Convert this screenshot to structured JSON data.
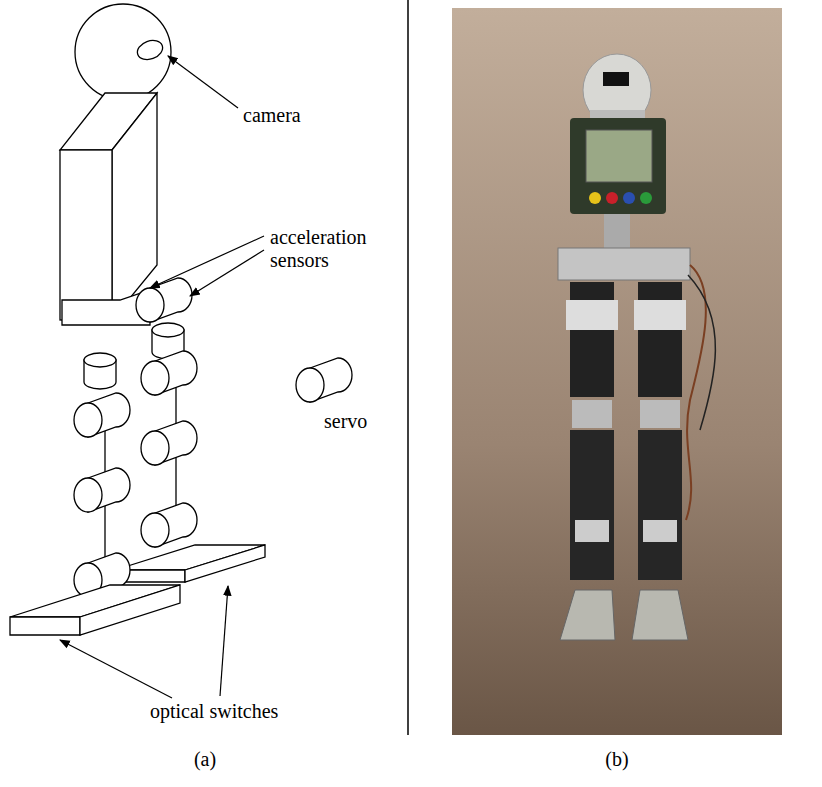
{
  "diagram": {
    "labels": [
      "camera",
      "acceleration sensors",
      "servo",
      "optical switches",
      "(a)",
      "(b)"
    ]
  }
}
